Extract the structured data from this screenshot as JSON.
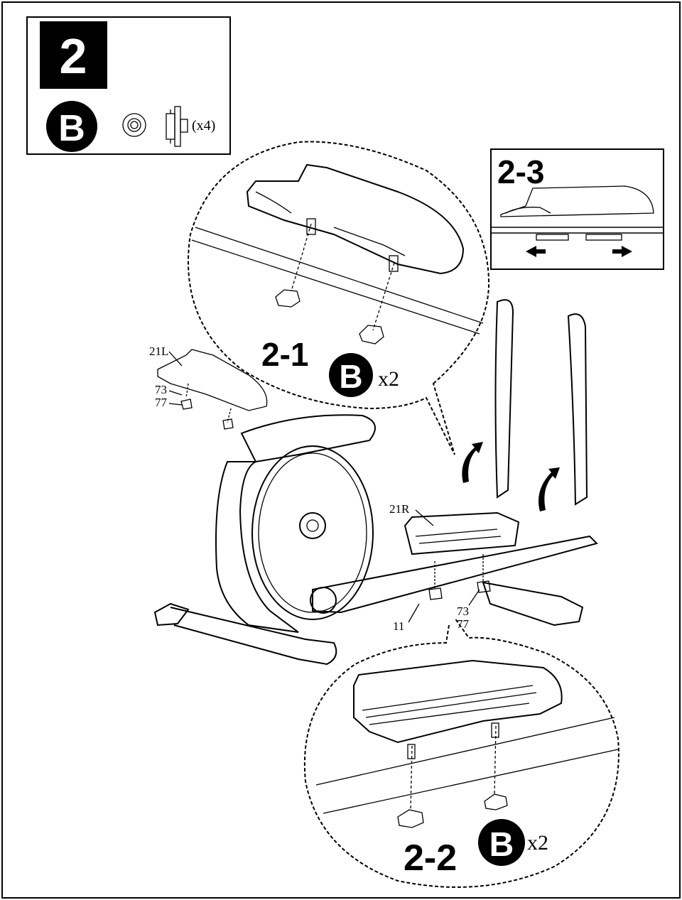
{
  "step": {
    "number": "2",
    "hardware_badge": "B",
    "hardware_qty": "(x4)",
    "hardware_icons": [
      "washer-icon",
      "knob-bolt-icon"
    ]
  },
  "callouts": {
    "c21": {
      "label": "2-1",
      "badge": "B",
      "qty": "x2"
    },
    "c22": {
      "label": "2-2",
      "badge": "B",
      "qty": "x2"
    },
    "c23": {
      "label": "2-3"
    }
  },
  "parts": {
    "left_pedal": "21L",
    "right_pedal": "21R",
    "washer": "73",
    "knob": "77",
    "frame": "11"
  }
}
